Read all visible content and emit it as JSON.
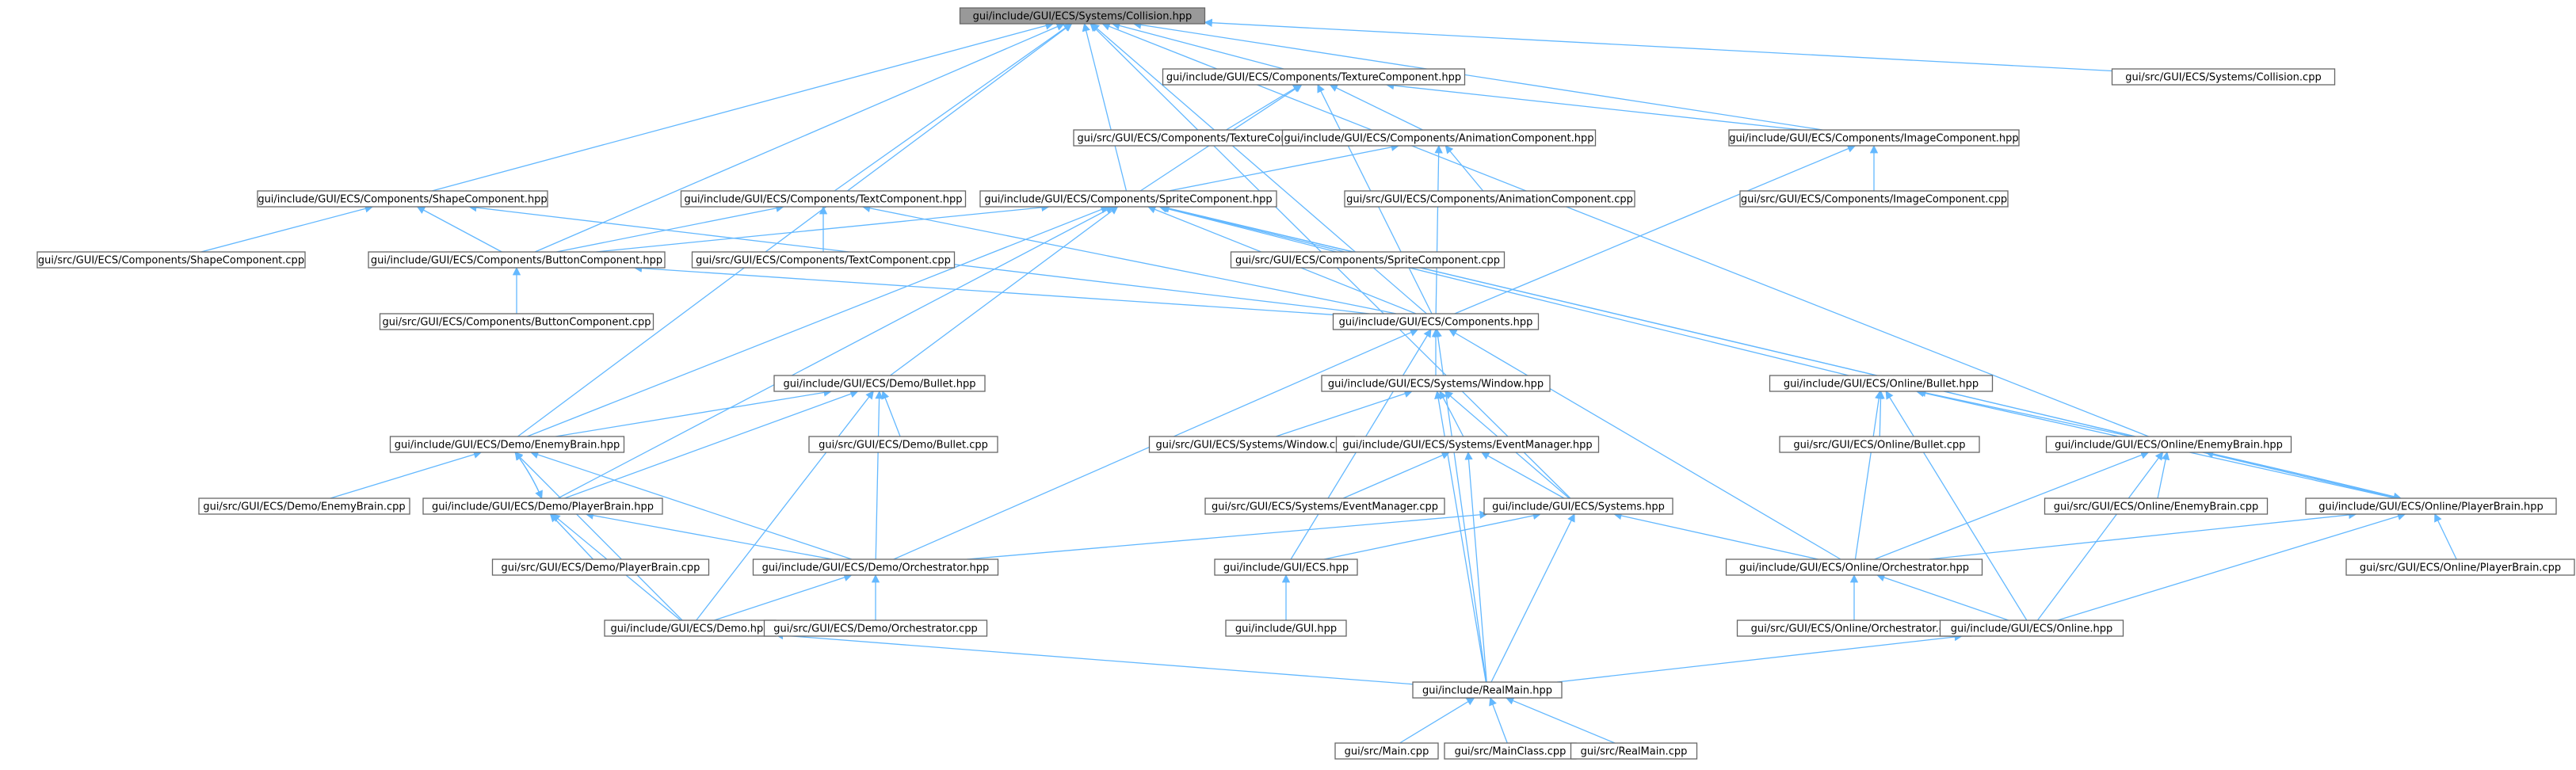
{
  "diagram": {
    "nodes": [
      {
        "id": "collision_hpp",
        "label": "gui/include/GUI/ECS/Systems/Collision.hpp",
        "root": true
      },
      {
        "id": "texture_hpp",
        "label": "gui/include/GUI/ECS/Components/TextureComponent.hpp"
      },
      {
        "id": "collision_cpp",
        "label": "gui/src/GUI/ECS/Systems/Collision.cpp"
      },
      {
        "id": "texture_cpp",
        "label": "gui/src/GUI/ECS/Components/TextureComponent.cpp"
      },
      {
        "id": "animation_hpp",
        "label": "gui/include/GUI/ECS/Components/AnimationComponent.hpp"
      },
      {
        "id": "image_hpp",
        "label": "gui/include/GUI/ECS/Components/ImageComponent.hpp"
      },
      {
        "id": "shape_hpp",
        "label": "gui/include/GUI/ECS/Components/ShapeComponent.hpp"
      },
      {
        "id": "text_hpp",
        "label": "gui/include/GUI/ECS/Components/TextComponent.hpp"
      },
      {
        "id": "sprite_hpp",
        "label": "gui/include/GUI/ECS/Components/SpriteComponent.hpp"
      },
      {
        "id": "animation_cpp",
        "label": "gui/src/GUI/ECS/Components/AnimationComponent.cpp"
      },
      {
        "id": "image_cpp",
        "label": "gui/src/GUI/ECS/Components/ImageComponent.cpp"
      },
      {
        "id": "shape_cpp",
        "label": "gui/src/GUI/ECS/Components/ShapeComponent.cpp"
      },
      {
        "id": "button_hpp",
        "label": "gui/include/GUI/ECS/Components/ButtonComponent.hpp"
      },
      {
        "id": "text_cpp",
        "label": "gui/src/GUI/ECS/Components/TextComponent.cpp"
      },
      {
        "id": "sprite_cpp",
        "label": "gui/src/GUI/ECS/Components/SpriteComponent.cpp"
      },
      {
        "id": "button_cpp",
        "label": "gui/src/GUI/ECS/Components/ButtonComponent.cpp"
      },
      {
        "id": "components_hpp",
        "label": "gui/include/GUI/ECS/Components.hpp"
      },
      {
        "id": "demo_bullet_hpp",
        "label": "gui/include/GUI/ECS/Demo/Bullet.hpp"
      },
      {
        "id": "window_hpp",
        "label": "gui/include/GUI/ECS/Systems/Window.hpp"
      },
      {
        "id": "online_bullet_hpp",
        "label": "gui/include/GUI/ECS/Online/Bullet.hpp"
      },
      {
        "id": "demo_enemybrain_hpp",
        "label": "gui/include/GUI/ECS/Demo/EnemyBrain.hpp"
      },
      {
        "id": "demo_bullet_cpp",
        "label": "gui/src/GUI/ECS/Demo/Bullet.cpp"
      },
      {
        "id": "window_cpp",
        "label": "gui/src/GUI/ECS/Systems/Window.cpp"
      },
      {
        "id": "eventmanager_hpp",
        "label": "gui/include/GUI/ECS/Systems/EventManager.hpp"
      },
      {
        "id": "online_bullet_cpp",
        "label": "gui/src/GUI/ECS/Online/Bullet.cpp"
      },
      {
        "id": "online_enemybrain_hpp",
        "label": "gui/include/GUI/ECS/Online/EnemyBrain.hpp"
      },
      {
        "id": "demo_enemybrain_cpp",
        "label": "gui/src/GUI/ECS/Demo/EnemyBrain.cpp"
      },
      {
        "id": "demo_playerbrain_hpp",
        "label": "gui/include/GUI/ECS/Demo/PlayerBrain.hpp"
      },
      {
        "id": "eventmanager_cpp",
        "label": "gui/src/GUI/ECS/Systems/EventManager.cpp"
      },
      {
        "id": "systems_hpp",
        "label": "gui/include/GUI/ECS/Systems.hpp"
      },
      {
        "id": "online_enemybrain_cpp",
        "label": "gui/src/GUI/ECS/Online/EnemyBrain.cpp"
      },
      {
        "id": "online_playerbrain_hpp",
        "label": "gui/include/GUI/ECS/Online/PlayerBrain.hpp"
      },
      {
        "id": "demo_playerbrain_cpp",
        "label": "gui/src/GUI/ECS/Demo/PlayerBrain.cpp"
      },
      {
        "id": "demo_orchestrator_hpp",
        "label": "gui/include/GUI/ECS/Demo/Orchestrator.hpp"
      },
      {
        "id": "ecs_hpp",
        "label": "gui/include/GUI/ECS.hpp"
      },
      {
        "id": "online_orchestrator_hpp",
        "label": "gui/include/GUI/ECS/Online/Orchestrator.hpp"
      },
      {
        "id": "online_playerbrain_cpp",
        "label": "gui/src/GUI/ECS/Online/PlayerBrain.cpp"
      },
      {
        "id": "demo_hpp",
        "label": "gui/include/GUI/ECS/Demo.hpp"
      },
      {
        "id": "demo_orchestrator_cpp",
        "label": "gui/src/GUI/ECS/Demo/Orchestrator.cpp"
      },
      {
        "id": "gui_hpp",
        "label": "gui/include/GUI.hpp"
      },
      {
        "id": "online_orchestrator_cpp",
        "label": "gui/src/GUI/ECS/Online/Orchestrator.cpp"
      },
      {
        "id": "online_hpp",
        "label": "gui/include/GUI/ECS/Online.hpp"
      },
      {
        "id": "realmain_hpp",
        "label": "gui/include/RealMain.hpp"
      },
      {
        "id": "main_cpp",
        "label": "gui/src/Main.cpp"
      },
      {
        "id": "mainclass_cpp",
        "label": "gui/src/MainClass.cpp"
      },
      {
        "id": "realmain_cpp",
        "label": "gui/src/RealMain.cpp"
      }
    ],
    "edges": [
      [
        "collision_hpp",
        "texture_hpp"
      ],
      [
        "collision_hpp",
        "collision_cpp"
      ],
      [
        "collision_hpp",
        "image_hpp"
      ],
      [
        "collision_hpp",
        "shape_hpp"
      ],
      [
        "collision_hpp",
        "text_hpp"
      ],
      [
        "collision_hpp",
        "sprite_hpp"
      ],
      [
        "collision_hpp",
        "button_hpp"
      ],
      [
        "collision_hpp",
        "components_hpp"
      ],
      [
        "collision_hpp",
        "demo_enemybrain_hpp"
      ],
      [
        "collision_hpp",
        "online_enemybrain_hpp"
      ],
      [
        "collision_hpp",
        "systems_hpp"
      ],
      [
        "texture_hpp",
        "texture_cpp"
      ],
      [
        "texture_hpp",
        "animation_hpp"
      ],
      [
        "texture_hpp",
        "image_hpp"
      ],
      [
        "texture_hpp",
        "sprite_hpp"
      ],
      [
        "texture_hpp",
        "components_hpp"
      ],
      [
        "animation_hpp",
        "sprite_hpp"
      ],
      [
        "animation_hpp",
        "animation_cpp"
      ],
      [
        "animation_hpp",
        "components_hpp"
      ],
      [
        "image_hpp",
        "image_cpp"
      ],
      [
        "image_hpp",
        "components_hpp"
      ],
      [
        "shape_hpp",
        "shape_cpp"
      ],
      [
        "shape_hpp",
        "button_hpp"
      ],
      [
        "shape_hpp",
        "components_hpp"
      ],
      [
        "text_hpp",
        "button_hpp"
      ],
      [
        "text_hpp",
        "text_cpp"
      ],
      [
        "text_hpp",
        "components_hpp"
      ],
      [
        "sprite_hpp",
        "button_hpp"
      ],
      [
        "sprite_hpp",
        "sprite_cpp"
      ],
      [
        "sprite_hpp",
        "components_hpp"
      ],
      [
        "sprite_hpp",
        "demo_bullet_hpp"
      ],
      [
        "sprite_hpp",
        "demo_enemybrain_hpp"
      ],
      [
        "sprite_hpp",
        "demo_playerbrain_hpp"
      ],
      [
        "sprite_hpp",
        "online_bullet_hpp"
      ],
      [
        "sprite_hpp",
        "online_enemybrain_hpp"
      ],
      [
        "sprite_hpp",
        "online_playerbrain_hpp"
      ],
      [
        "button_hpp",
        "button_cpp"
      ],
      [
        "button_hpp",
        "components_hpp"
      ],
      [
        "components_hpp",
        "window_hpp"
      ],
      [
        "components_hpp",
        "demo_orchestrator_hpp"
      ],
      [
        "components_hpp",
        "ecs_hpp"
      ],
      [
        "components_hpp",
        "online_orchestrator_hpp"
      ],
      [
        "components_hpp",
        "realmain_hpp"
      ],
      [
        "window_hpp",
        "window_cpp"
      ],
      [
        "window_hpp",
        "eventmanager_hpp"
      ],
      [
        "window_hpp",
        "systems_hpp"
      ],
      [
        "window_hpp",
        "realmain_hpp"
      ],
      [
        "eventmanager_hpp",
        "eventmanager_cpp"
      ],
      [
        "eventmanager_hpp",
        "systems_hpp"
      ],
      [
        "eventmanager_hpp",
        "realmain_hpp"
      ],
      [
        "systems_hpp",
        "ecs_hpp"
      ],
      [
        "systems_hpp",
        "demo_orchestrator_hpp"
      ],
      [
        "systems_hpp",
        "online_orchestrator_hpp"
      ],
      [
        "systems_hpp",
        "realmain_hpp"
      ],
      [
        "ecs_hpp",
        "gui_hpp"
      ],
      [
        "demo_bullet_hpp",
        "demo_enemybrain_hpp"
      ],
      [
        "demo_bullet_hpp",
        "demo_bullet_cpp"
      ],
      [
        "demo_bullet_hpp",
        "demo_playerbrain_hpp"
      ],
      [
        "demo_bullet_hpp",
        "demo_orchestrator_hpp"
      ],
      [
        "demo_bullet_hpp",
        "demo_hpp"
      ],
      [
        "demo_enemybrain_hpp",
        "demo_enemybrain_cpp"
      ],
      [
        "demo_enemybrain_hpp",
        "demo_playerbrain_hpp"
      ],
      [
        "demo_enemybrain_hpp",
        "demo_orchestrator_hpp"
      ],
      [
        "demo_enemybrain_hpp",
        "demo_hpp"
      ],
      [
        "demo_playerbrain_hpp",
        "demo_enemybrain_hpp"
      ],
      [
        "demo_playerbrain_hpp",
        "demo_playerbrain_cpp"
      ],
      [
        "demo_playerbrain_hpp",
        "demo_orchestrator_hpp"
      ],
      [
        "demo_playerbrain_hpp",
        "demo_hpp"
      ],
      [
        "demo_orchestrator_hpp",
        "demo_orchestrator_cpp"
      ],
      [
        "demo_orchestrator_hpp",
        "demo_hpp"
      ],
      [
        "demo_hpp",
        "realmain_hpp"
      ],
      [
        "online_bullet_hpp",
        "online_bullet_cpp"
      ],
      [
        "online_bullet_hpp",
        "online_enemybrain_hpp"
      ],
      [
        "online_bullet_hpp",
        "online_playerbrain_hpp"
      ],
      [
        "online_bullet_hpp",
        "online_orchestrator_hpp"
      ],
      [
        "online_bullet_hpp",
        "online_hpp"
      ],
      [
        "online_enemybrain_hpp",
        "online_enemybrain_cpp"
      ],
      [
        "online_enemybrain_hpp",
        "online_playerbrain_hpp"
      ],
      [
        "online_enemybrain_hpp",
        "online_orchestrator_hpp"
      ],
      [
        "online_enemybrain_hpp",
        "online_hpp"
      ],
      [
        "online_playerbrain_hpp",
        "online_enemybrain_hpp"
      ],
      [
        "online_playerbrain_hpp",
        "online_playerbrain_cpp"
      ],
      [
        "online_playerbrain_hpp",
        "online_orchestrator_hpp"
      ],
      [
        "online_playerbrain_hpp",
        "online_hpp"
      ],
      [
        "online_orchestrator_hpp",
        "online_orchestrator_cpp"
      ],
      [
        "online_orchestrator_hpp",
        "online_hpp"
      ],
      [
        "online_hpp",
        "realmain_hpp"
      ],
      [
        "realmain_hpp",
        "main_cpp"
      ],
      [
        "realmain_hpp",
        "mainclass_cpp"
      ],
      [
        "realmain_hpp",
        "realmain_cpp"
      ]
    ],
    "colors": {
      "edge": "#63b8ff",
      "node_border": "#666666",
      "node_fill": "#ffffff",
      "root_fill": "#999999",
      "text": "#000000"
    }
  }
}
